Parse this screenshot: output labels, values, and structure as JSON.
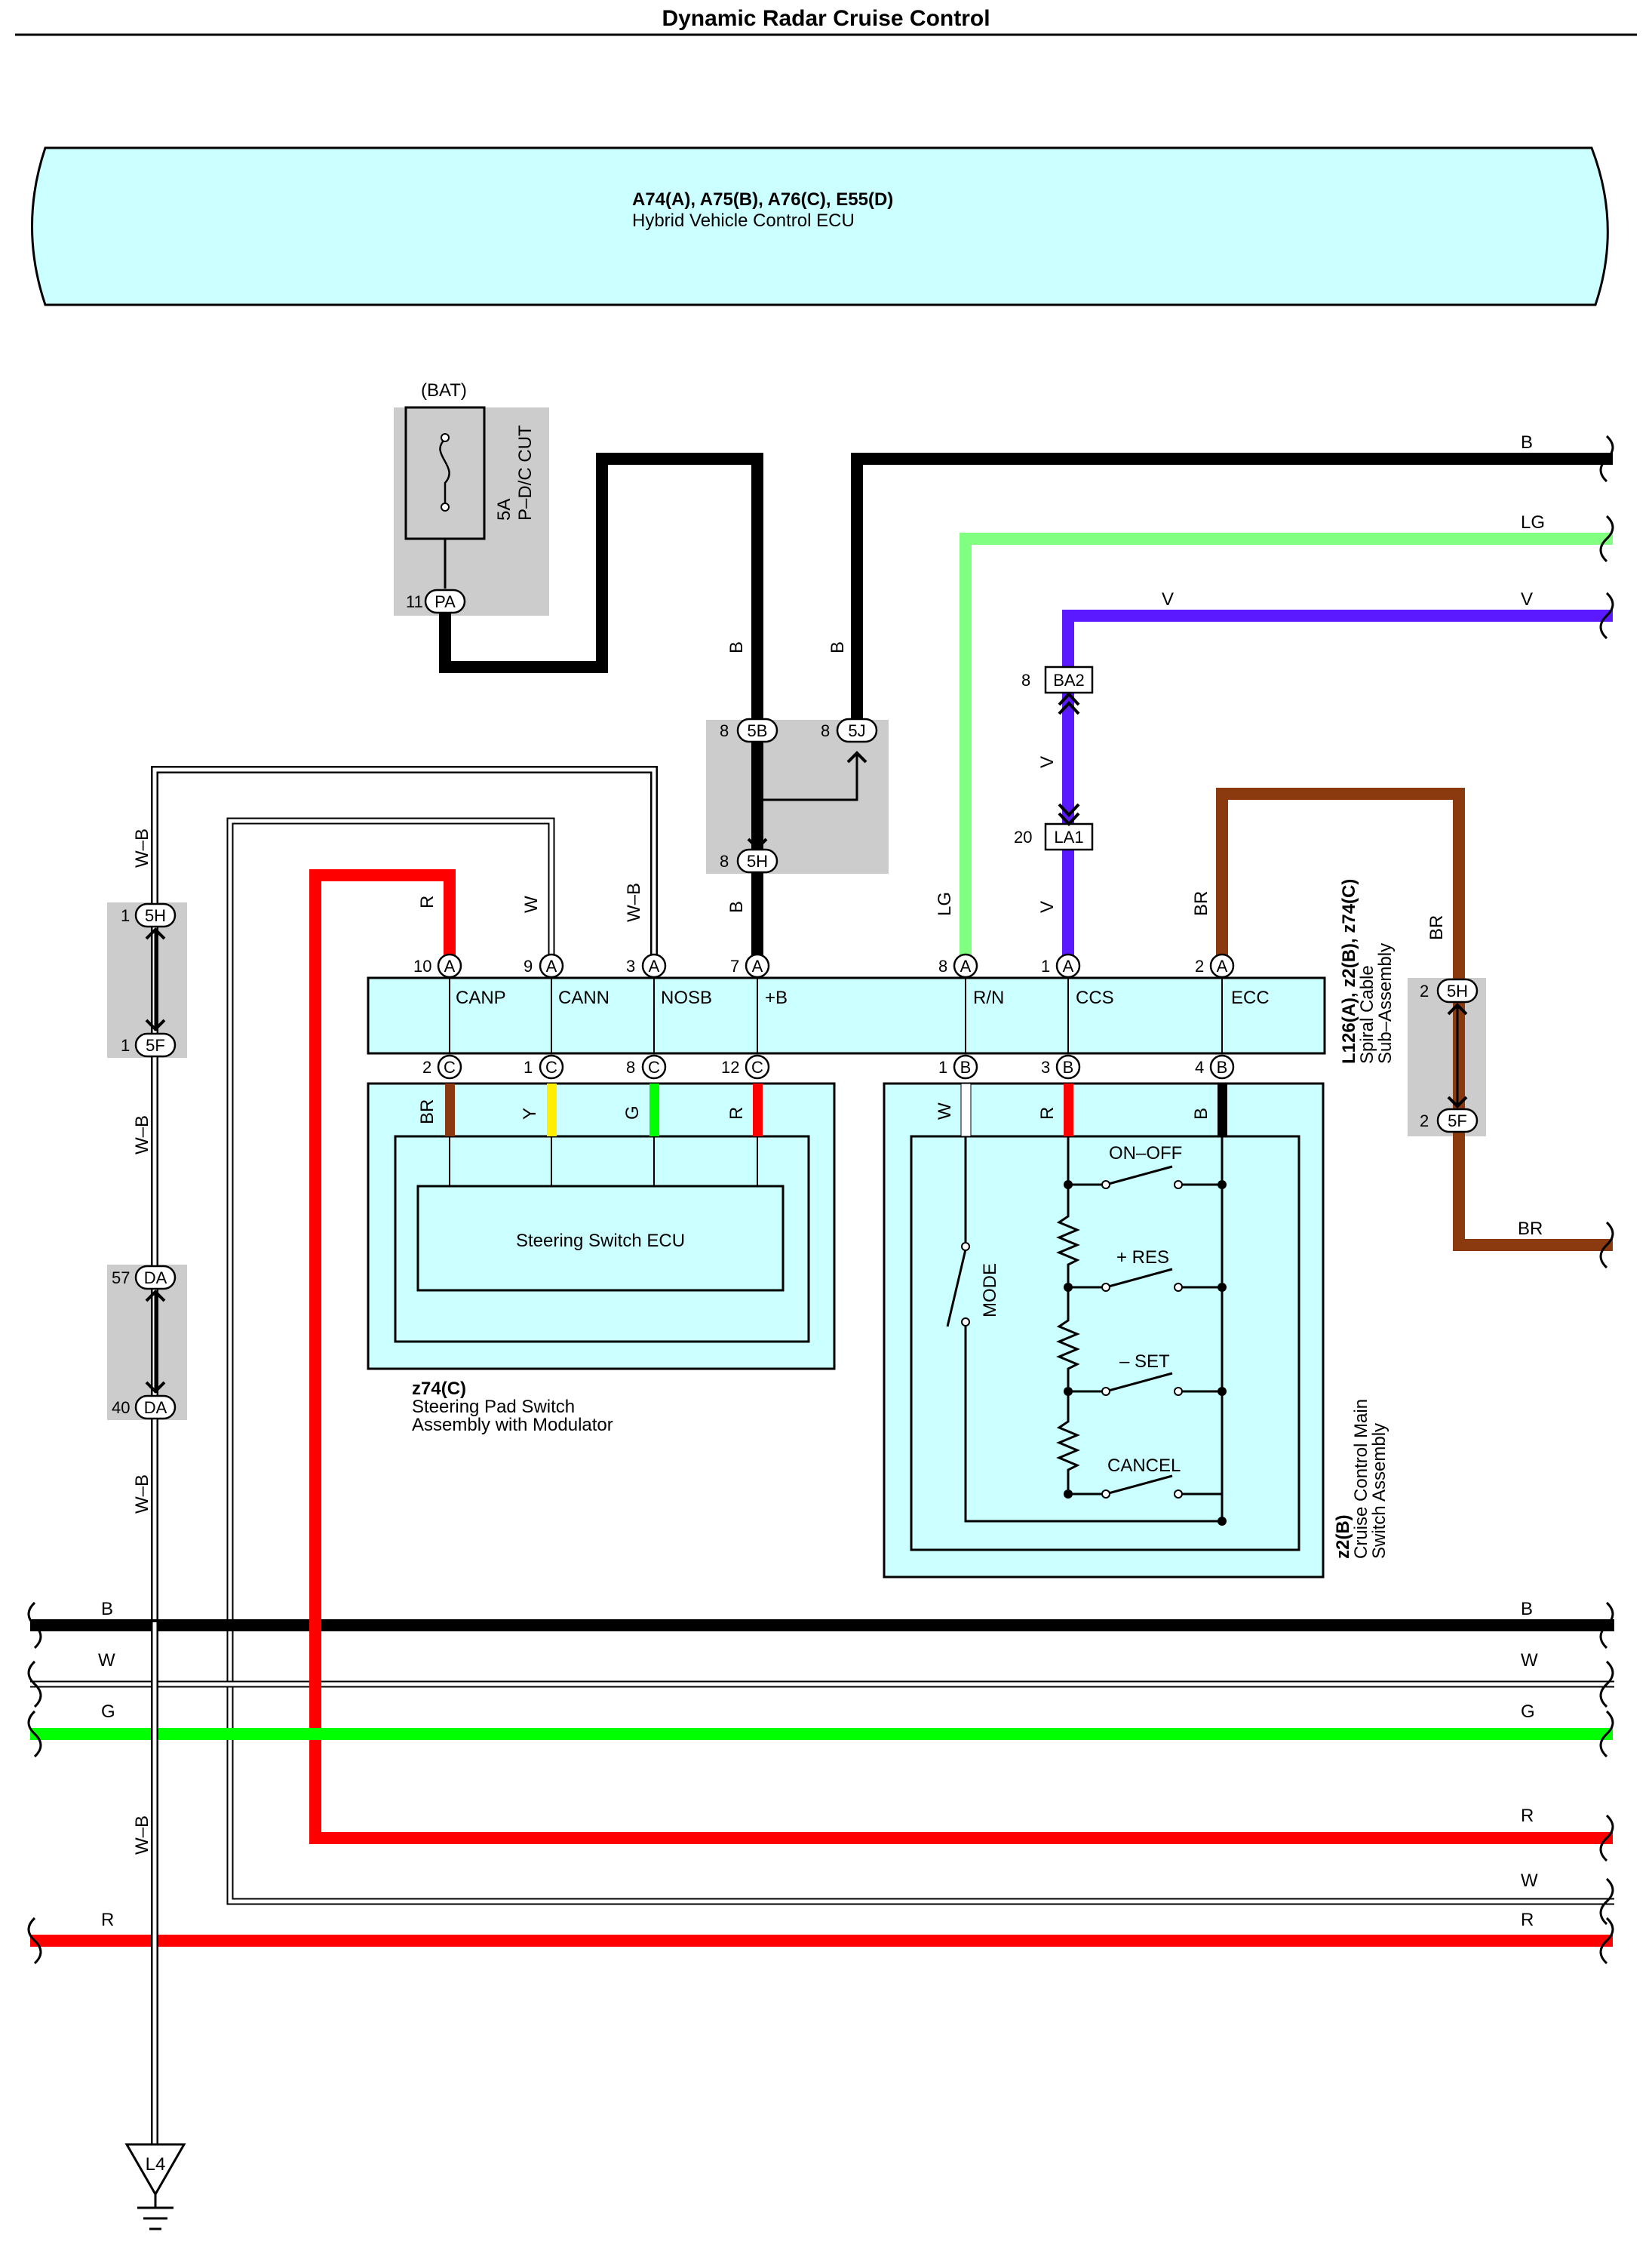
{
  "title": "Dynamic Radar Cruise Control",
  "ecu": {
    "connectors": "A74(A), A75(B), A76(C), E55(D)",
    "name": "Hybrid Vehicle Control ECU"
  },
  "fuse": {
    "supply": "(BAT)",
    "rating": "5A",
    "name": "P–D/C CUT",
    "pin": "11",
    "connector": "PA"
  },
  "junctions": {
    "j5B": {
      "pin": "8",
      "name": "5B"
    },
    "j5J": {
      "pin": "8",
      "name": "5J"
    },
    "j5H_top": {
      "pin": "8",
      "name": "5H"
    },
    "left_5H": {
      "pin": "1",
      "name": "5H"
    },
    "left_5F": {
      "pin": "1",
      "name": "5F"
    },
    "left_DA1": {
      "pin": "57",
      "name": "DA"
    },
    "left_DA2": {
      "pin": "40",
      "name": "DA"
    },
    "right_5H": {
      "pin": "2",
      "name": "5H"
    },
    "right_5F": {
      "pin": "2",
      "name": "5F"
    },
    "BA2": {
      "pin": "8",
      "name": "BA2"
    },
    "LA1": {
      "pin": "20",
      "name": "LA1"
    }
  },
  "spiral": {
    "title": "L126(A), z2(B), z74(C)",
    "line1": "Spiral Cable",
    "line2": "Sub–Assembly",
    "terminals": [
      "CANP",
      "CANN",
      "NOSB",
      "+B",
      "R/N",
      "CCS",
      "ECC"
    ],
    "top_pins": [
      {
        "num": "10",
        "conn": "A",
        "wire": "R"
      },
      {
        "num": "9",
        "conn": "A",
        "wire": "W"
      },
      {
        "num": "3",
        "conn": "A",
        "wire": "W–B"
      },
      {
        "num": "7",
        "conn": "A",
        "wire": "B"
      },
      {
        "num": "8",
        "conn": "A",
        "wire": "LG"
      },
      {
        "num": "1",
        "conn": "A",
        "wire": "V"
      },
      {
        "num": "2",
        "conn": "A",
        "wire": "BR"
      }
    ],
    "bottom_pins": [
      {
        "num": "2",
        "conn": "C",
        "wire": "BR"
      },
      {
        "num": "1",
        "conn": "C",
        "wire": "Y"
      },
      {
        "num": "8",
        "conn": "C",
        "wire": "G"
      },
      {
        "num": "12",
        "conn": "C",
        "wire": "R"
      },
      {
        "num": "1",
        "conn": "B",
        "wire": "W"
      },
      {
        "num": "3",
        "conn": "B",
        "wire": "R"
      },
      {
        "num": "4",
        "conn": "B",
        "wire": "B"
      }
    ]
  },
  "steering_pad": {
    "ecu": "Steering Switch ECU",
    "code": "z74(C)",
    "line1": "Steering Pad Switch",
    "line2": "Assembly with Modulator"
  },
  "cruise_switch": {
    "code": "z2(B)",
    "line1": "Cruise Control Main",
    "line2": "Switch Assembly",
    "switches": [
      "ON–OFF",
      "+ RES",
      "– SET",
      "CANCEL"
    ],
    "mode": "MODE"
  },
  "wire_labels": {
    "b_top_a": "B",
    "b_top_b": "B",
    "b_right": "B",
    "lg_top": "LG",
    "lg_right": "LG",
    "v_top": "V",
    "v_right": "V",
    "v_mid": "V",
    "v_low": "V",
    "br_spiral": "BR",
    "br_right": "BR",
    "br_bottom": "BR",
    "wb_1": "W–B",
    "wb_2": "W–B",
    "wb_3": "W–B",
    "wb_4": "W–B",
    "bus_b_left": "B",
    "bus_b_right": "B",
    "bus_w_left": "W",
    "bus_w_right": "W",
    "bus_g_left": "G",
    "bus_g_right": "G",
    "r1_right": "R",
    "w2_right": "W",
    "r2_left": "R",
    "r2_right": "R"
  },
  "ground": "L4",
  "colors": {
    "ecu_fill": "#ccffff",
    "junction_fill": "#cccccc",
    "black": "#000000",
    "light_green": "#80ff80",
    "violet": "#5a19ff",
    "brown": "#8b3a0f",
    "red": "#ff0000",
    "green": "#00ff00",
    "yellow": "#ffee00"
  }
}
